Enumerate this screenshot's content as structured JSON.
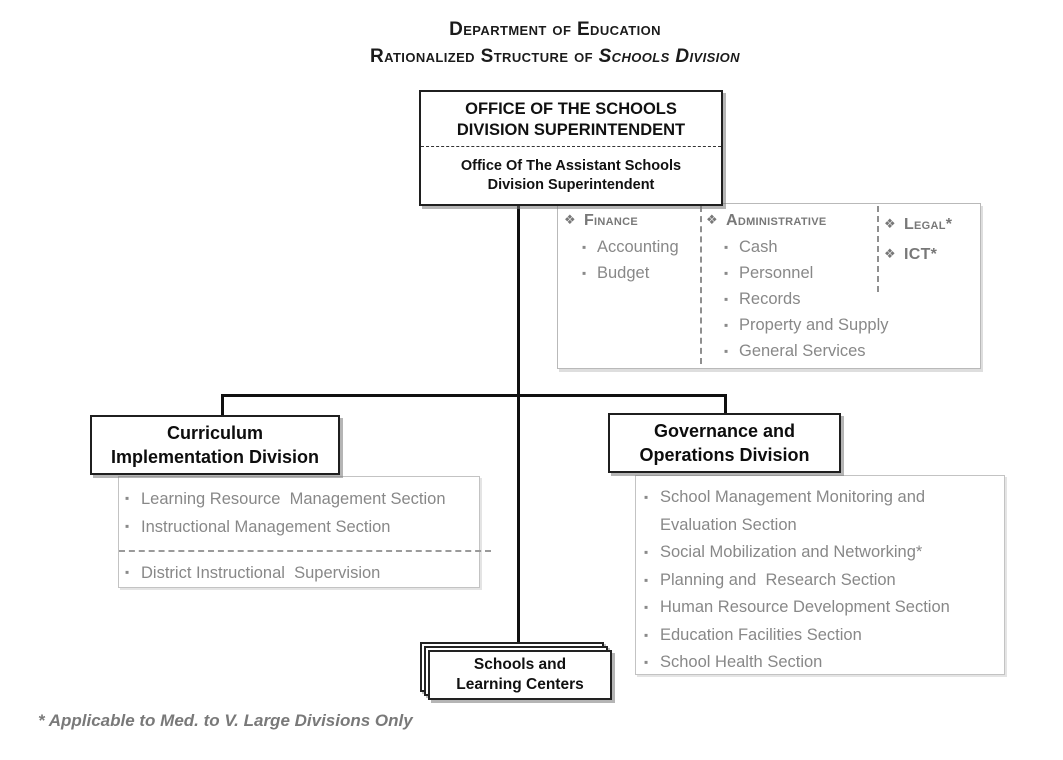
{
  "title": {
    "line1": "Department of Education",
    "line2_prefix": "Rationalized Structure of ",
    "line2_italic": "Schools Division"
  },
  "superintendent": {
    "primary_line1": "OFFICE OF THE SCHOOLS",
    "primary_line2": "DIVISION SUPERINTENDENT",
    "secondary_line1": "Office Of The Assistant Schools",
    "secondary_line2": "Division Superintendent"
  },
  "services": {
    "finance": {
      "header": "Finance",
      "items": [
        "Accounting",
        "Budget"
      ]
    },
    "administrative": {
      "header": "Administrative",
      "items": [
        "Cash",
        "Personnel",
        "Records",
        "Property and Supply",
        "General Services"
      ]
    },
    "other": {
      "headers": [
        "Legal*",
        "ICT*"
      ]
    }
  },
  "curriculum": {
    "title_line1": "Curriculum",
    "title_line2": "Implementation Division",
    "items_top": [
      "Learning Resource  Management Section",
      "Instructional Management Section"
    ],
    "items_bottom": [
      "District Instructional  Supervision"
    ]
  },
  "governance": {
    "title_line1": "Governance and",
    "title_line2": "Operations Division",
    "items": [
      "School Management Monitoring and Evaluation Section",
      "Social Mobilization and Networking*",
      "Planning and  Research Section",
      "Human Resource Development Section",
      "Education Facilities Section",
      "School Health Section"
    ]
  },
  "schools_box": {
    "line1": "Schools and",
    "line2": "Learning Centers"
  },
  "footnote": "* Applicable to Med. to V. Large Divisions Only",
  "icons": {
    "diamond_bullet": "❖",
    "square_bullet": "▪"
  },
  "colors": {
    "connector_line": "#101010",
    "box_border": "#1f1f1f",
    "gray_text": "#888888",
    "panel_border": "#c3c3c3"
  }
}
